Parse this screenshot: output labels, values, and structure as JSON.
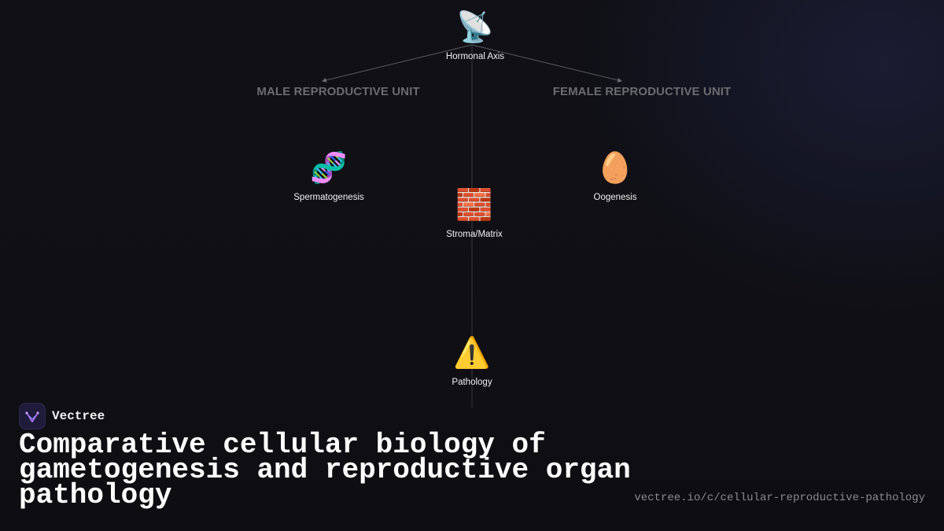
{
  "sections": {
    "male": "MALE REPRODUCTIVE UNIT",
    "female": "FEMALE REPRODUCTIVE UNIT"
  },
  "nodes": {
    "hormonal_axis": {
      "icon": "📡",
      "icon_name": "satellite-antenna-icon",
      "label": "Hormonal Axis"
    },
    "spermatogenesis": {
      "icon": "🧬",
      "icon_name": "dna-icon",
      "label": "Spermatogenesis"
    },
    "oogenesis": {
      "icon": "🥚",
      "icon_name": "egg-icon",
      "label": "Oogenesis"
    },
    "stroma_matrix": {
      "icon": "🧱",
      "icon_name": "brick-icon",
      "label": "Stroma/Matrix"
    },
    "pathology": {
      "icon": "⚠️",
      "icon_name": "warning-icon",
      "label": "Pathology"
    }
  },
  "brand": {
    "name": "Vectree"
  },
  "title": "Comparative cellular biology of gametogenesis and reproductive organ pathology",
  "url": "vectree.io/c/cellular-reproductive-pathology",
  "colors": {
    "background": "#0f0f13",
    "edge": "#5a5a60",
    "section_label": "#6b6b70",
    "node_label": "#f2f2f4",
    "brand_accent": "#a86df0"
  }
}
